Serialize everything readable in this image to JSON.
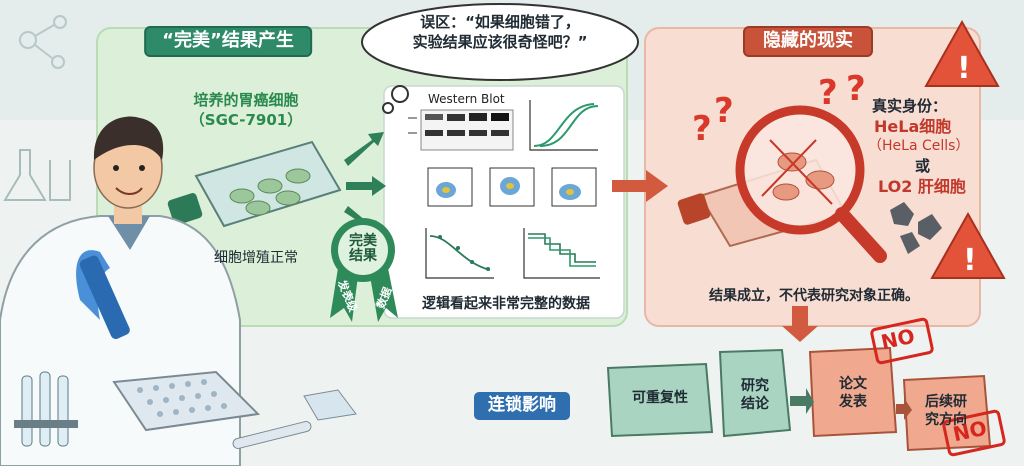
{
  "left_panel": {
    "banner": "“完美”结果产生",
    "culture_label_1": "培养的胃癌细胞",
    "culture_label_2": "（SGC-7901）",
    "growth_label": "细胞增殖正常",
    "badge_line_1": "完美",
    "badge_line_2": "结果",
    "ribbon_left": "发表级",
    "ribbon_right": "数据",
    "western_blot_title": "Western Blot",
    "data_caption": "逻辑看起来非常完整的数据"
  },
  "thought_bubble": {
    "line_1": "误区：“如果细胞错了，",
    "line_2": "实验结果应该很奇怪吧？”"
  },
  "right_panel": {
    "banner": "隐藏的现实",
    "identity_heading": "真实身份：",
    "identity_1": "HeLa细胞",
    "identity_1_en": "（HeLa Cells）",
    "identity_or": "或",
    "identity_2": "LO2 肝细胞",
    "conclusion": "结果成立，不代表研究对象正确。",
    "question_marks": "? ? ?"
  },
  "chain": {
    "banner": "连锁影响",
    "blocks": [
      "可重复性",
      "研究\n结论",
      "论文\n发表",
      "后续研\n究方向"
    ],
    "stamp_text": "NO"
  },
  "colors": {
    "green_panel": "#dcefd9",
    "red_panel": "#f8ddd3",
    "green_accent": "#2f8a6a",
    "red_accent": "#c8533a",
    "blue_accent": "#2f6fb0",
    "block_fill": "#a9d4c2",
    "block_fill_red": "#f0a98f"
  },
  "icons": [
    "scientist",
    "culture-flask",
    "magnifier",
    "warning-triangle",
    "pipette",
    "well-plate",
    "test-tubes",
    "question-mark"
  ]
}
